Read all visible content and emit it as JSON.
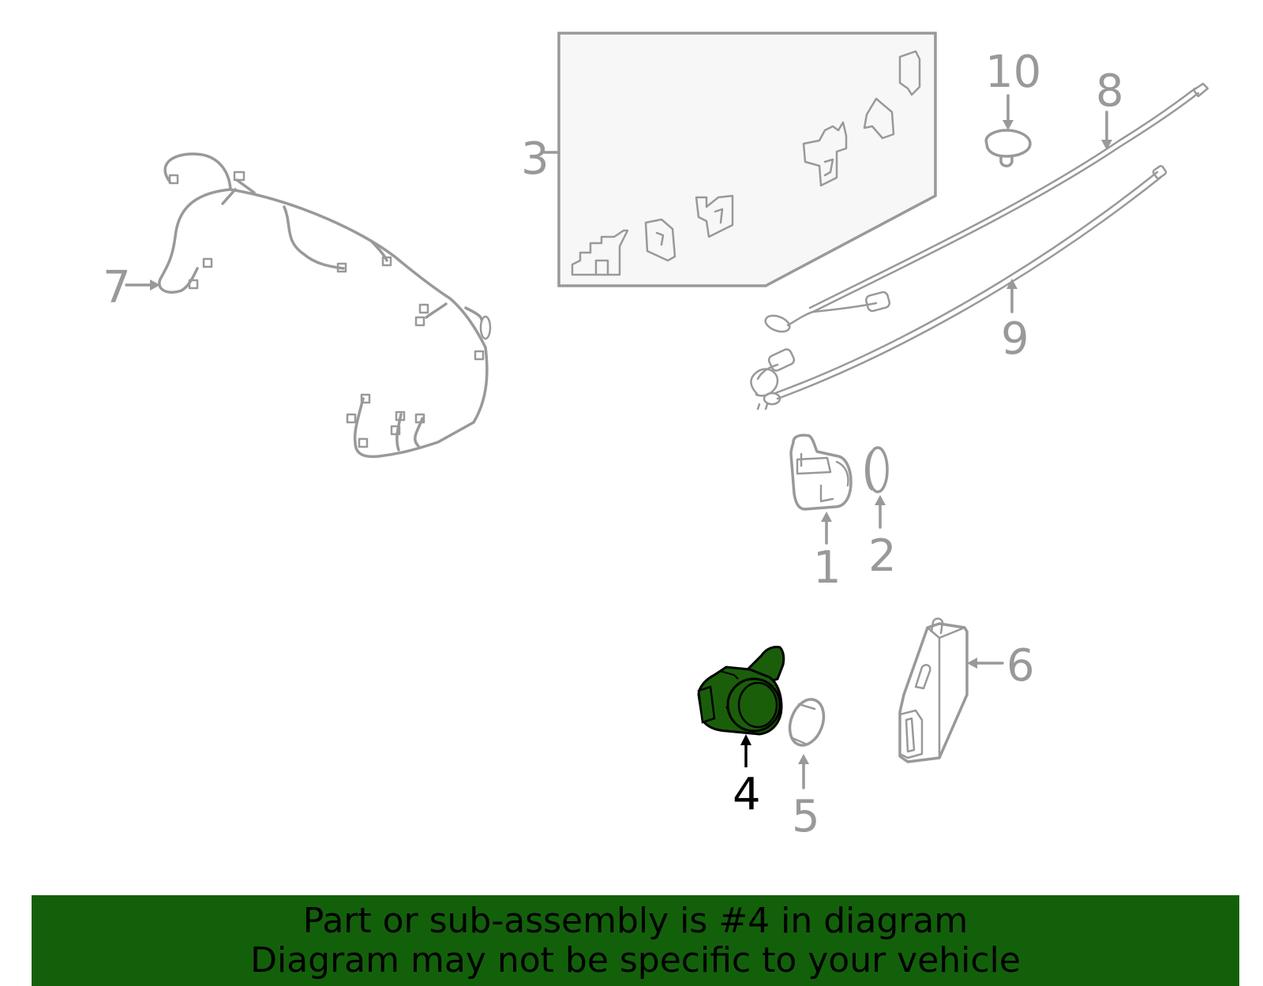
{
  "colors": {
    "line": "#999999",
    "highlight_fill": "#1a5e0a",
    "highlight_stroke": "#000000",
    "banner_bg": "#13600b",
    "banner_text": "#000000"
  },
  "callouts": [
    {
      "id": "1",
      "label": "1"
    },
    {
      "id": "2",
      "label": "2"
    },
    {
      "id": "3",
      "label": "3"
    },
    {
      "id": "4",
      "label": "4"
    },
    {
      "id": "5",
      "label": "5"
    },
    {
      "id": "6",
      "label": "6"
    },
    {
      "id": "7",
      "label": "7"
    },
    {
      "id": "8",
      "label": "8"
    },
    {
      "id": "9",
      "label": "9"
    },
    {
      "id": "10",
      "label": "10"
    }
  ],
  "highlighted_part": "4",
  "banner": {
    "line1": "Part or sub-assembly is #4 in diagram",
    "line2": "Diagram may not be specific to your vehicle"
  }
}
